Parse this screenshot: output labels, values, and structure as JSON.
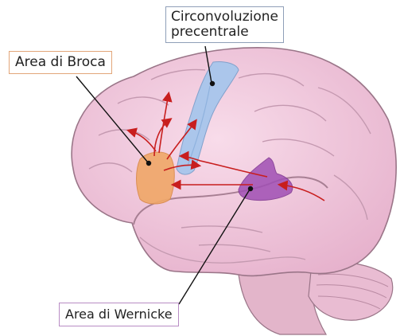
{
  "labels": {
    "precentral": "Circonvoluzione\nprecentrale",
    "broca": "Area di Broca",
    "wernicke": "Area di Wernicke"
  },
  "colors": {
    "brain": "#efc6dc",
    "brain_outline": "#9a7588",
    "precentral_gyrus": "#a8c6ec",
    "broca_area": "#f0a86a",
    "wernicke_area": "#a04fb4",
    "pathway_arrows": "#c81e1e",
    "leader_lines": "#111111"
  }
}
